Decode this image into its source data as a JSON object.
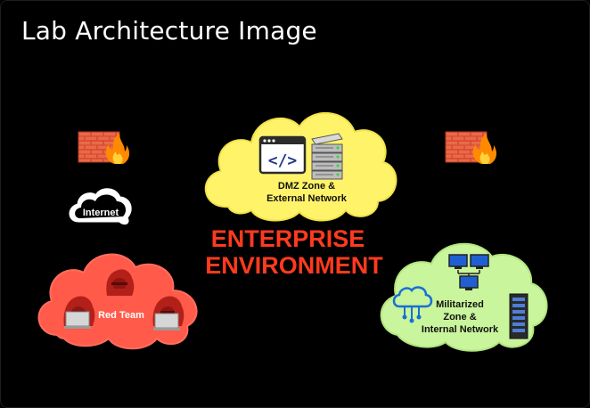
{
  "page": {
    "title": "Lab Architecture Image"
  },
  "diagram": {
    "center_text_line1": "ENTERPRISE",
    "center_text_line2": "ENVIRONMENT",
    "dmz_label_line1": "DMZ  Zone &",
    "dmz_label_line2": "External Network",
    "internet_label": "Internet",
    "red_team_label": "Red Team",
    "mil_label_line1": "Militarized",
    "mil_label_line2": "Zone &",
    "mil_label_line3": "Internal Network",
    "code_symbol": "</>",
    "icons": [
      "firewall-icon",
      "fire-icon",
      "internet-cloud-icon",
      "code-window-icon",
      "server-rack-icon",
      "hacker-icon",
      "laptop-icon",
      "network-computers-icon",
      "cloud-network-icon"
    ],
    "colors": {
      "enterprise_text": "#ff3a1f",
      "dmz_cloud": "#fff36a",
      "red_team_cloud": "#ff5a4a",
      "internal_cloud": "#c9f59c",
      "brick": "#e2583c"
    }
  }
}
